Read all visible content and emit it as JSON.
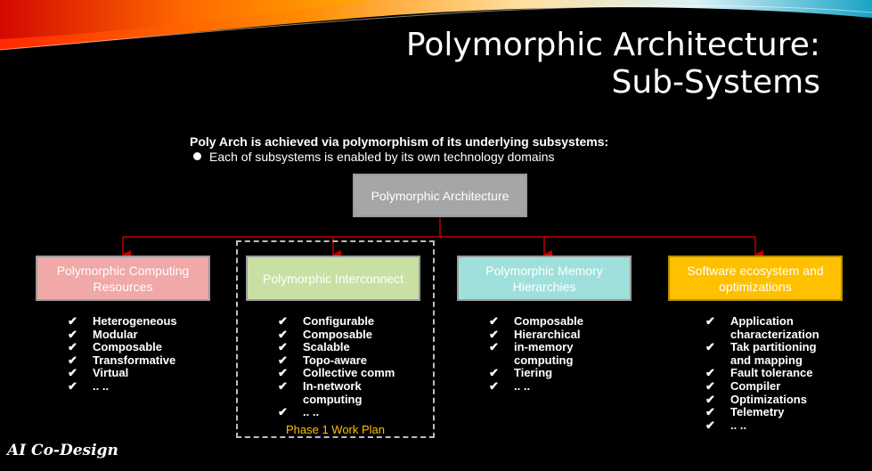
{
  "slide": {
    "title_line1": "Polymorphic Architecture:",
    "title_line2": "Sub-Systems",
    "intro_bold": "Poly Arch is achieved via polymorphism of its underlying subsystems:",
    "intro_bullet": "Each of subsystems is enabled by its own technology domains",
    "root_label": "Polymorphic Architecture",
    "phase_label": "Phase 1 Work Plan",
    "logo_text": "AI Co-Design",
    "accent_colors": {
      "connector": "#c00000",
      "highlight": "#ffc000"
    }
  },
  "columns": [
    {
      "label": "Polymorphic Computing Resources",
      "color": "#f0a8a8",
      "items": [
        {
          "text": "Heterogeneous",
          "check": true
        },
        {
          "text": "Modular",
          "check": true
        },
        {
          "text": "Composable",
          "check": true
        },
        {
          "text": "Transformative",
          "check": true
        },
        {
          "text": "Virtual",
          "check": true
        },
        {
          "text": ".. ..",
          "check": true
        }
      ]
    },
    {
      "label": "Polymorphic Interconnect",
      "color": "#c9e0a4",
      "items": [
        {
          "text": "Configurable",
          "check": true
        },
        {
          "text": "Composable",
          "check": true
        },
        {
          "text": "Scalable",
          "check": true
        },
        {
          "text": "Topo-aware",
          "check": true
        },
        {
          "text": "Collective comm",
          "check": true
        },
        {
          "text": "In-network",
          "check": true
        },
        {
          "text": "computing",
          "check": false
        },
        {
          "text": ".. ..",
          "check": true
        }
      ]
    },
    {
      "label": "Polymorphic Memory Hierarchies",
      "color": "#9fe0dc",
      "items": [
        {
          "text": "Composable",
          "check": true
        },
        {
          "text": "Hierarchical",
          "check": true
        },
        {
          "text": "in-memory",
          "check": true
        },
        {
          "text": "computing",
          "check": false
        },
        {
          "text": "Tiering",
          "check": true
        },
        {
          "text": ".. ..",
          "check": true
        }
      ]
    },
    {
      "label": "Software ecosystem and optimizations",
      "color": "#ffc000",
      "items": [
        {
          "text": "Application",
          "check": true
        },
        {
          "text": "characterization",
          "check": false
        },
        {
          "text": "Tak partitioning",
          "check": true
        },
        {
          "text": "and mapping",
          "check": false
        },
        {
          "text": "Fault tolerance",
          "check": true
        },
        {
          "text": "Compiler",
          "check": true
        },
        {
          "text": "Optimizations",
          "check": true
        },
        {
          "text": "Telemetry",
          "check": true
        },
        {
          "text": ".. ..",
          "check": true
        }
      ]
    }
  ]
}
